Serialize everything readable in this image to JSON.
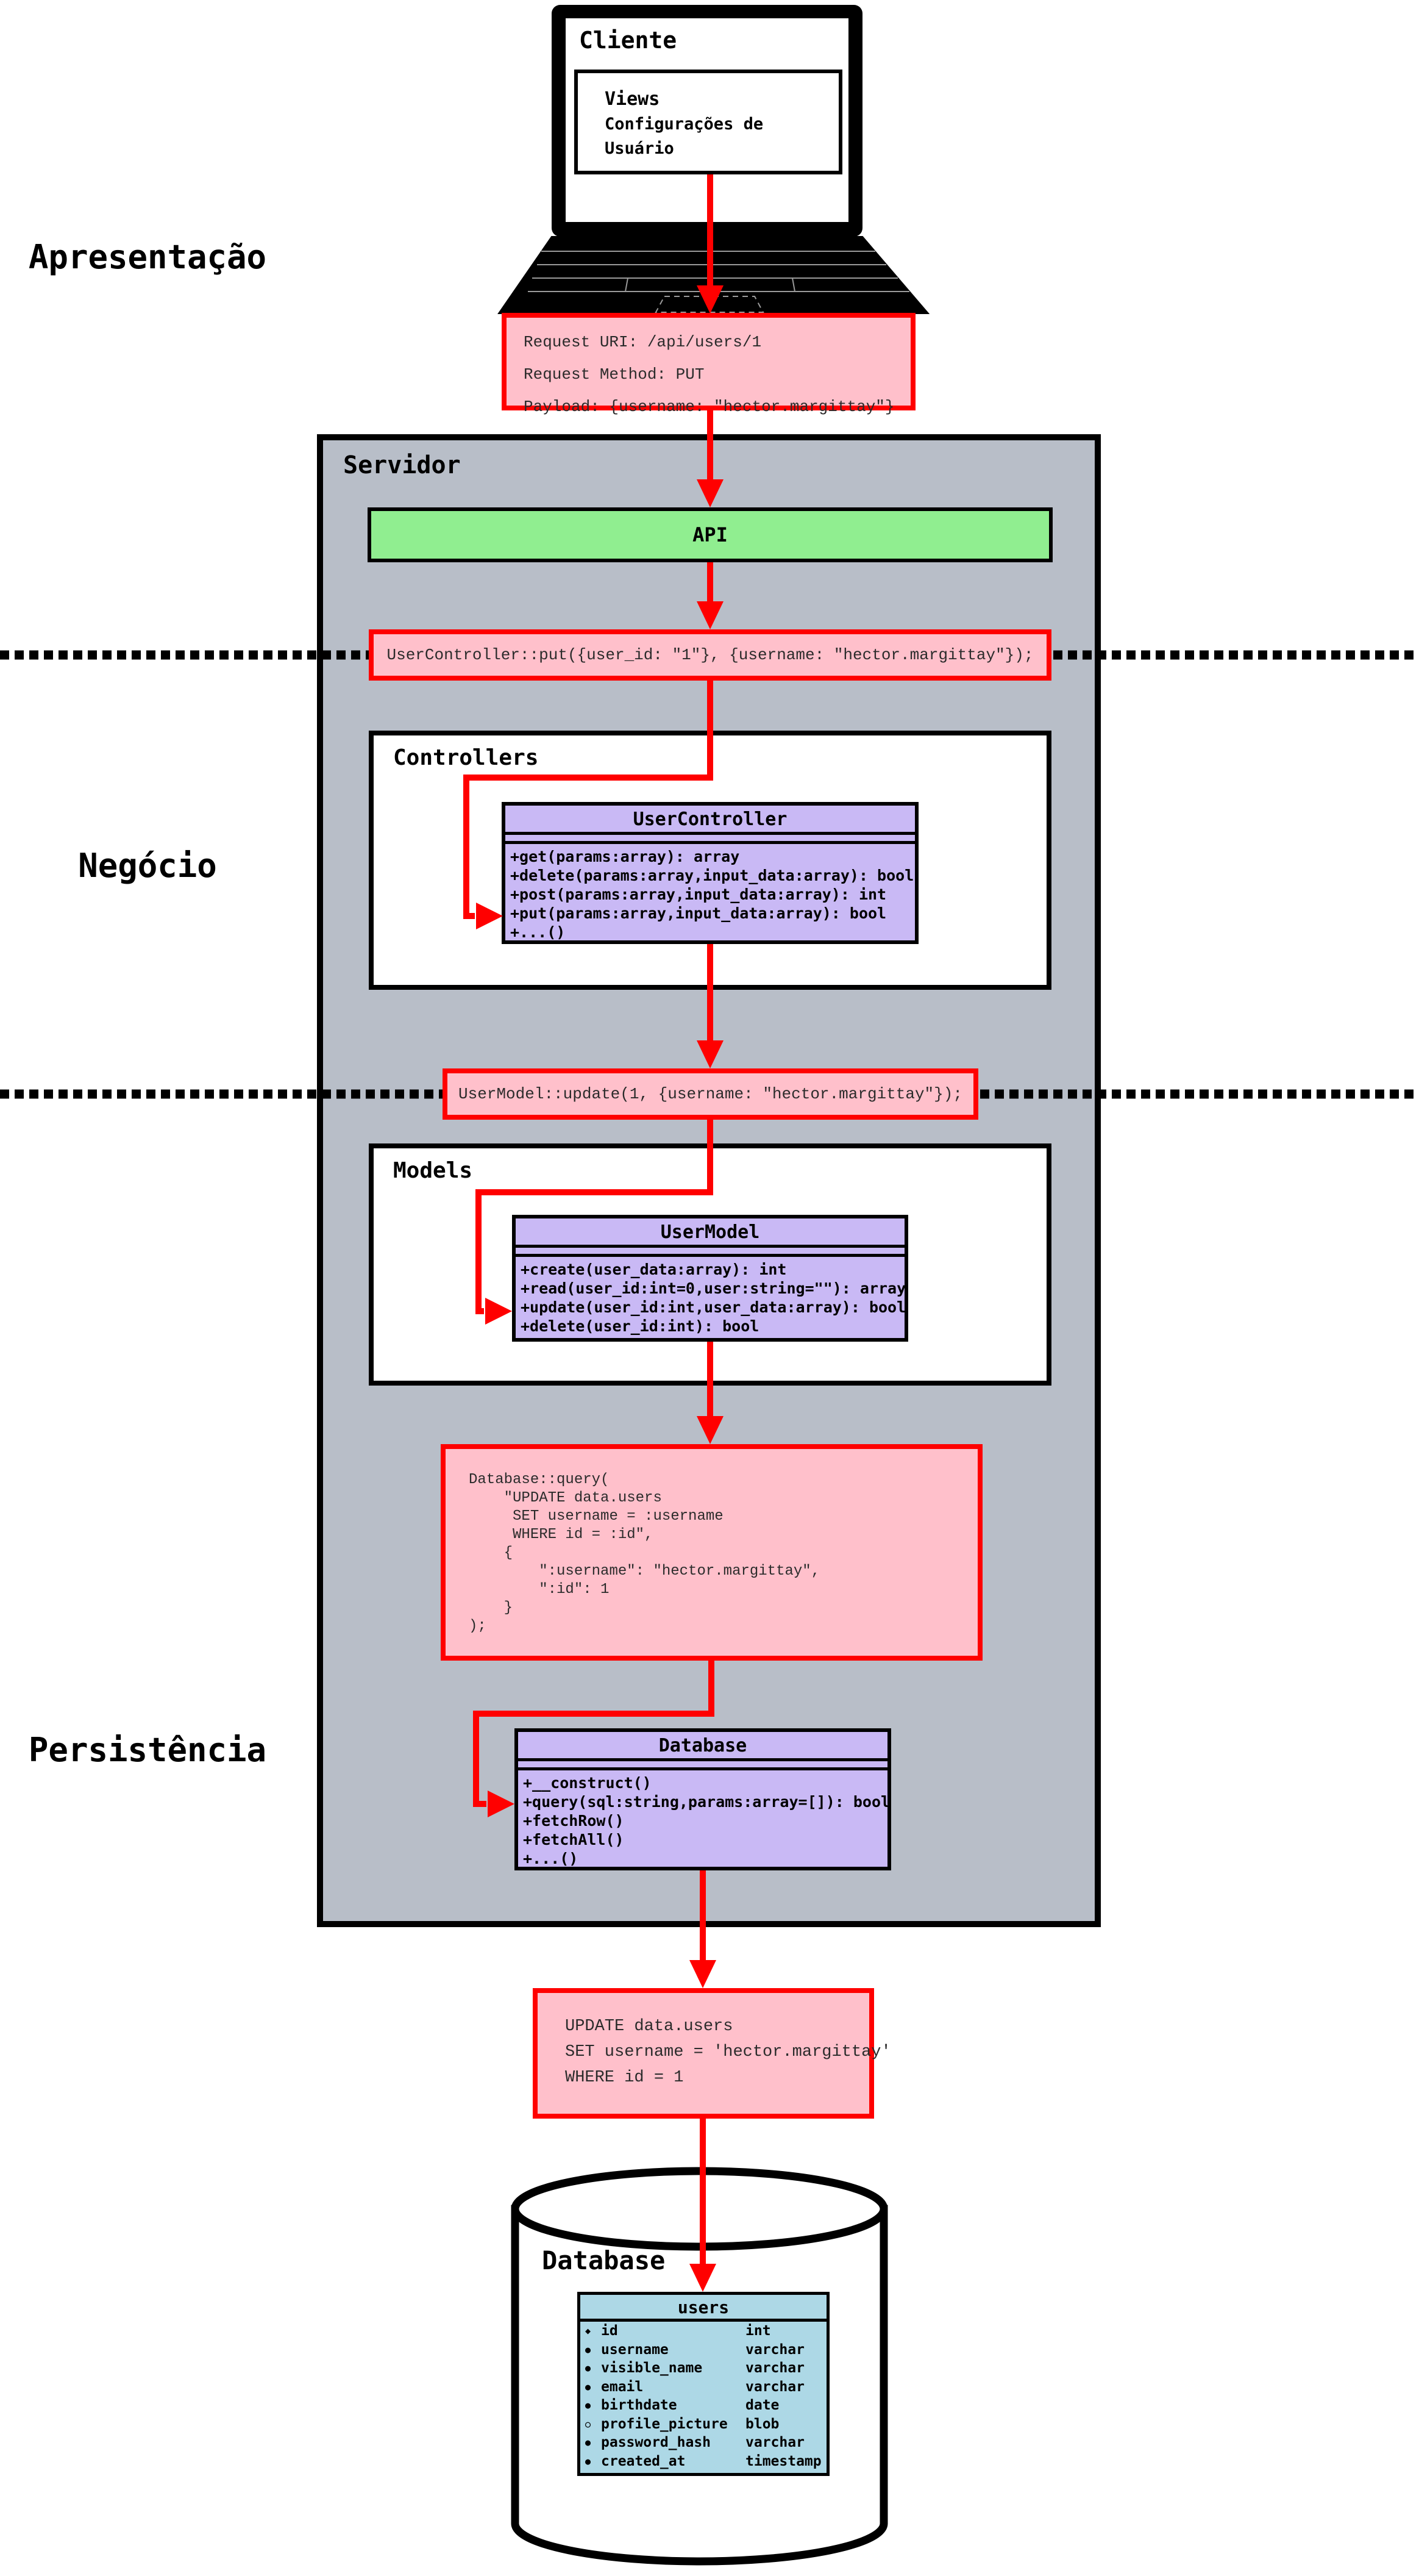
{
  "colors": {
    "accent_red": "#ff0000",
    "call_pink": "#ffc0cb",
    "api_green": "#90ee90",
    "uml_purple": "#c9b9f5",
    "server_gray": "#b8bec8",
    "table_blue": "#add8e6"
  },
  "layers": {
    "presentation_label": "Apresentação",
    "business_label": "Negócio",
    "persistence_label": "Persistência"
  },
  "client": {
    "title": "Cliente",
    "views_title": "Views",
    "views_item": "Configurações de Usuário"
  },
  "request": {
    "line1": "Request URI: /api/users/1",
    "line2": "Request Method: PUT",
    "line3": "Payload: {username: \"hector.margittay\"}"
  },
  "server": {
    "title": "Servidor",
    "api_label": "API",
    "controller_call": "UserController::put({user_id: \"1\"}, {username: \"hector.margittay\"});",
    "controllers": {
      "title": "Controllers",
      "class_name": "UserController",
      "methods": [
        "+get(params:array): array",
        "+delete(params:array,input_data:array): bool",
        "+post(params:array,input_data:array): int",
        "+put(params:array,input_data:array): bool",
        "+...()"
      ]
    },
    "model_call": "UserModel::update(1, {username: \"hector.margittay\"});",
    "models": {
      "title": "Models",
      "class_name": "UserModel",
      "methods": [
        "+create(user_data:array): int",
        "+read(user_id:int=0,user:string=\"\"): array",
        "+update(user_id:int,user_data:array): bool",
        "+delete(user_id:int): bool"
      ]
    },
    "db_query_call": {
      "lines": [
        "Database::query(",
        "    \"UPDATE data.users",
        "     SET username = :username",
        "     WHERE id = :id\",",
        "    {",
        "        \":username\": \"hector.margittay\",",
        "        \":id\": 1",
        "    }",
        ");"
      ]
    },
    "database_class": {
      "class_name": "Database",
      "methods": [
        "+__construct()",
        "+query(sql:string,params:array=[]): bool",
        "+fetchRow()",
        "+fetchAll()",
        "+...()"
      ]
    }
  },
  "sql_box": {
    "line1": "UPDATE data.users",
    "line2": "SET username = 'hector.margittay'",
    "line3": "WHERE id = 1"
  },
  "database": {
    "title": "Database",
    "table": {
      "name": "users",
      "rows": [
        {
          "bullet": "◆",
          "name": "id",
          "type": "int"
        },
        {
          "bullet": "●",
          "name": "username",
          "type": "varchar"
        },
        {
          "bullet": "●",
          "name": "visible_name",
          "type": "varchar"
        },
        {
          "bullet": "●",
          "name": "email",
          "type": "varchar"
        },
        {
          "bullet": "●",
          "name": "birthdate",
          "type": "date"
        },
        {
          "bullet": "○",
          "name": "profile_picture",
          "type": "blob"
        },
        {
          "bullet": "●",
          "name": "password_hash",
          "type": "varchar"
        },
        {
          "bullet": "●",
          "name": "created_at",
          "type": "timestamp"
        }
      ]
    }
  }
}
